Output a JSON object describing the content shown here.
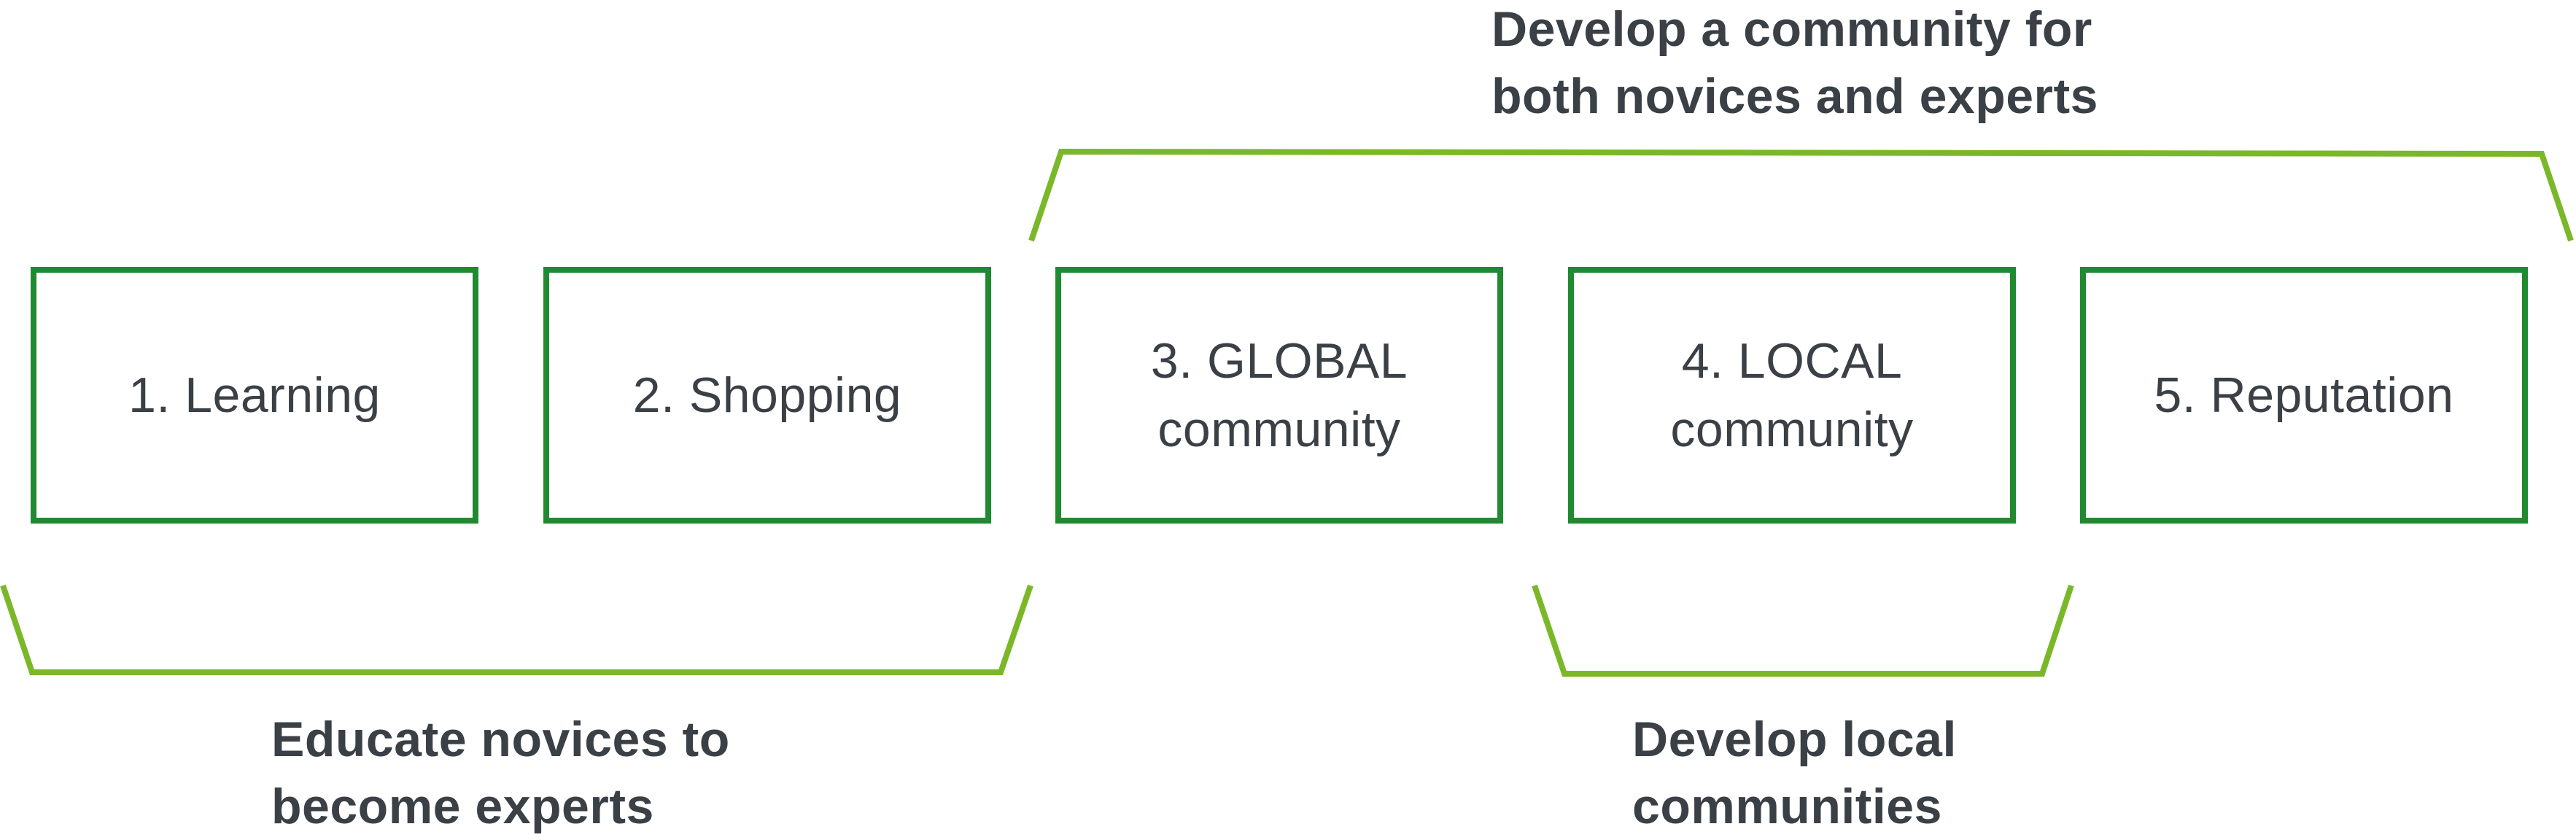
{
  "colors": {
    "box_border": "#1f8a2f",
    "bracket": "#7ab829",
    "text": "#3a4046"
  },
  "steps": [
    {
      "label": "1. Learning"
    },
    {
      "label": "2. Shopping"
    },
    {
      "label": "3. GLOBAL\ncommunity"
    },
    {
      "label": "4. LOCAL\ncommunity"
    },
    {
      "label": "5. Reputation"
    }
  ],
  "groups": {
    "top": {
      "caption": "Develop a community for\nboth novices and experts"
    },
    "bottom_left": {
      "caption": "Educate novices to\nbecome experts"
    },
    "bottom_right": {
      "caption": "Develop local\ncommunities"
    }
  }
}
